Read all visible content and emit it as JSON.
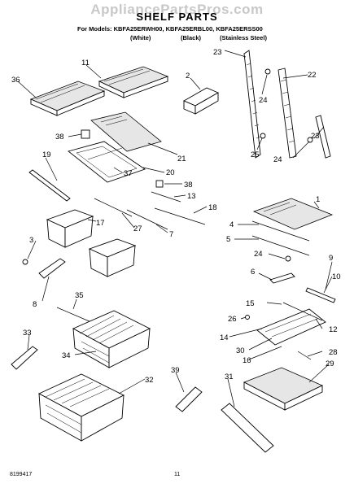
{
  "watermark": "AppliancePartsPros.com",
  "title": "SHELF PARTS",
  "models_line": "For Models: KBFA25ERWH00, KBFA25ERBL00, KBFA25ERSS00",
  "variants": [
    "(White)",
    "(Black)",
    "(Stainless Steel)"
  ],
  "footer": {
    "doc_number": "8199417",
    "page_number": "11"
  },
  "callouts": [
    "1",
    "2",
    "3",
    "4",
    "5",
    "6",
    "7",
    "8",
    "9",
    "10",
    "11",
    "12",
    "13",
    "14",
    "15",
    "16",
    "17",
    "18",
    "19",
    "20",
    "21",
    "22",
    "23",
    "24",
    "25",
    "26",
    "27",
    "28",
    "29",
    "30",
    "31",
    "32",
    "33",
    "34",
    "35",
    "36",
    "37",
    "38",
    "39"
  ],
  "callout_labels": {
    "c36": "36",
    "c11": "11",
    "c2": "2",
    "c23a": "23",
    "c22": "22",
    "c24a": "24",
    "c38a": "38",
    "c21": "21",
    "c19": "19",
    "c37": "37",
    "c20": "20",
    "c38b": "38",
    "c13": "13",
    "c18": "18",
    "c23b": "23",
    "c25": "25",
    "c24b": "24",
    "c17": "17",
    "c27": "27",
    "c7": "7",
    "c1": "1",
    "c3": "3",
    "c4": "4",
    "c5": "5",
    "c24c": "24",
    "c9": "9",
    "c6": "6",
    "c10": "10",
    "c8": "8",
    "c35": "35",
    "c15": "15",
    "c26": "26",
    "c12": "12",
    "c14": "14",
    "c30": "30",
    "c28": "28",
    "c16": "16",
    "c33": "33",
    "c34": "34",
    "c39": "39",
    "c31": "31",
    "c29": "29",
    "c32": "32"
  }
}
